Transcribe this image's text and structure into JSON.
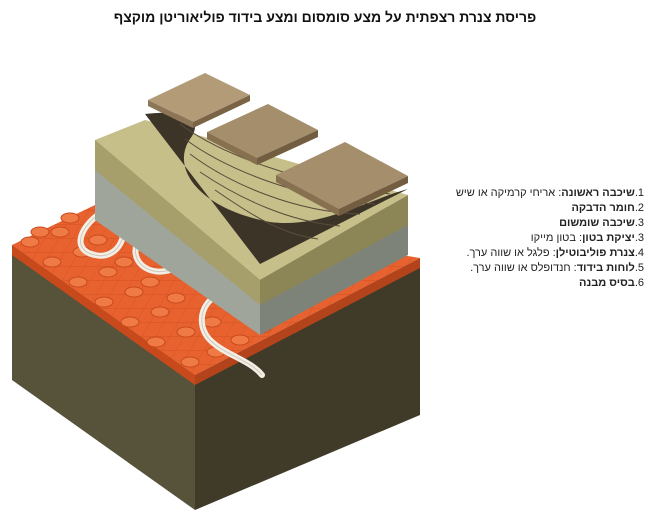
{
  "title": "פריסת צנרת רצפתית על מצע סומסום ומצע בידוד פוליאוריטן מוקצף",
  "legend": [
    {
      "num": "1.",
      "name": "שיכבה ראשונה",
      "desc": "אריחי קרמיקה או שיש"
    },
    {
      "num": "2.",
      "name": "חומר הדבקה",
      "desc": ""
    },
    {
      "num": "3.",
      "name": "שיכבה שומשום",
      "desc": ""
    },
    {
      "num": "3.",
      "name": "יציקת בטון",
      "desc": "בטון מייקו"
    },
    {
      "num": "4.",
      "name": "צנרת פוליבוטילן",
      "desc": "פלגל או שווה ערך."
    },
    {
      "num": "5.",
      "name": "לוחות בידוד",
      "desc": "חנדופלס או שווה ערך."
    },
    {
      "num": "6.",
      "name": "בסיס מבנה",
      "desc": ""
    }
  ],
  "colors": {
    "base_top": "#6e6a4c",
    "base_left": "#57523a",
    "base_right": "#3f3b28",
    "insulation": "#e8622f",
    "insulation_dark": "#c84a1c",
    "pipe": "#f3efe6",
    "concrete": "#9fa59b",
    "screed_top": "#c6bf8a",
    "screed_side": "#a69f6c",
    "adhesive": "#3d3428",
    "tile": "#a58e6c"
  }
}
